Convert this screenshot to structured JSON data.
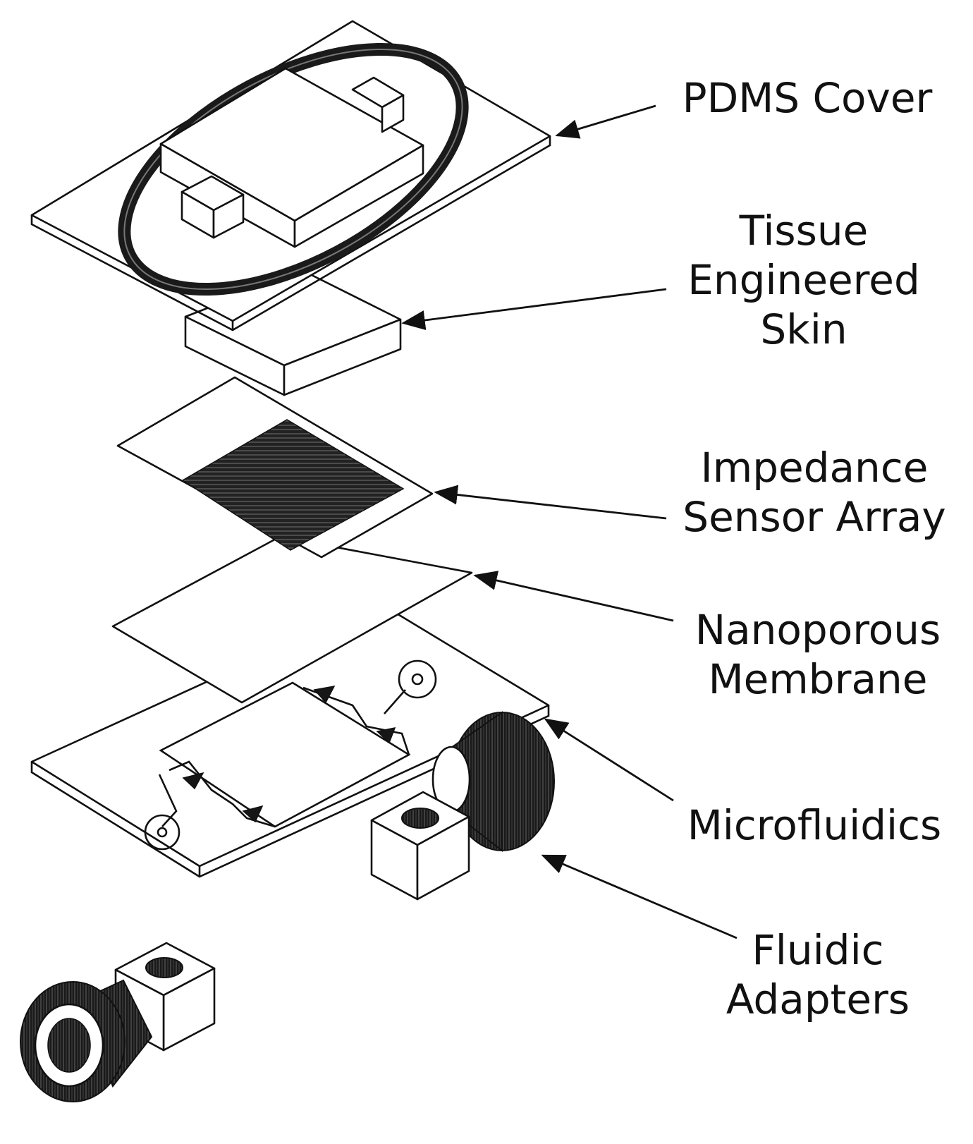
{
  "labels": {
    "pdms_cover": [
      "PDMS Cover"
    ],
    "tissue_skin": [
      "Tissue",
      "Engineered",
      "Skin"
    ],
    "impedance_sensor": [
      "Impedance",
      "Sensor Array"
    ],
    "nanoporous_membrane": [
      "Nanoporous",
      "Membrane"
    ],
    "microfluidics": [
      "Microfluidics"
    ],
    "fluidic_adapters": [
      "Fluidic",
      "Adapters"
    ]
  },
  "colors": {
    "line": "#111111",
    "background": "#ffffff"
  },
  "icons": [
    "pdms-cover-layer",
    "tissue-skin-block",
    "sensor-array-layer",
    "membrane-layer",
    "microfluidics-layer",
    "fluidic-adapter"
  ]
}
